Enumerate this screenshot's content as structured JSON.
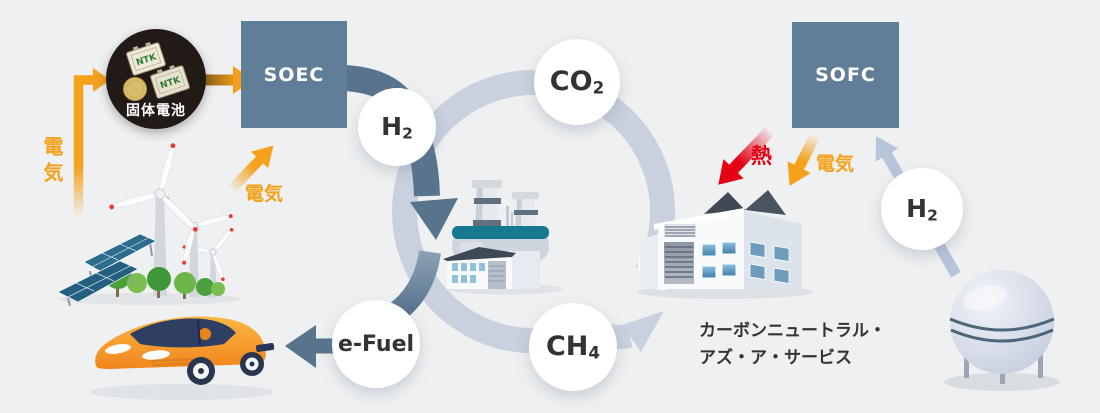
{
  "colors": {
    "background": "#eef0f1",
    "process_box": "#607e97",
    "dark_arrow": "#58748c",
    "light_ring": "#c9d1de",
    "light_blue_arrow": "#b7c5db",
    "orange": "#f5a11c",
    "red": "#e60013",
    "bubble_text": "#333333",
    "battery_circle_bg": "#221a16"
  },
  "boxes": {
    "soec": {
      "label": "SOEC"
    },
    "sofc": {
      "label": "SOFC"
    }
  },
  "molecules": {
    "h2_left": {
      "base": "H",
      "sub": "2"
    },
    "co2": {
      "base": "CO",
      "sub": "2"
    },
    "ch4": {
      "base": "CH",
      "sub": "4"
    },
    "h2_right": {
      "base": "H",
      "sub": "2"
    },
    "efuel": {
      "label": "e-Fuel"
    }
  },
  "labels": {
    "solid_battery": "固体電池",
    "battery_brand": "NTK",
    "electricity_left": "電気",
    "electricity_source": "電気",
    "electricity_sofc": "電気",
    "heat": "熱",
    "caas_line1": "カーボンニュートラル・",
    "caas_line2": "アズ・ア・サービス"
  },
  "icons": {
    "battery": "solid-state-battery-icon",
    "coin": "coin-icon",
    "renewables": "wind-turbine-solar-icon",
    "car": "efuel-car-icon",
    "power_plant": "power-plant-icon",
    "factory": "service-factory-icon",
    "gas_sphere": "hydrogen-tank-sphere-icon"
  }
}
